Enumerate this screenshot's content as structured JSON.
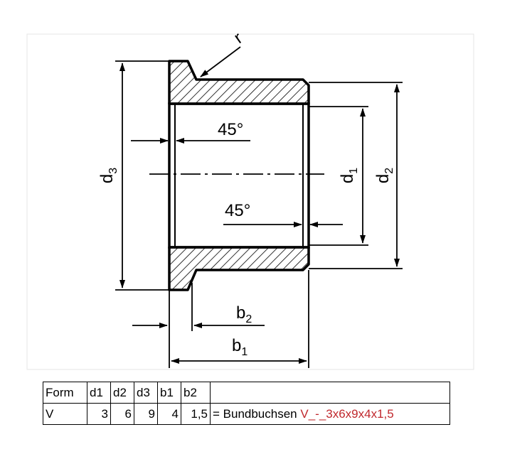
{
  "drawing": {
    "labels": {
      "radius": "r",
      "chamfer_top": "45°",
      "chamfer_bottom": "45°",
      "d1": "d",
      "d1_sub": "1",
      "d2": "d",
      "d2_sub": "2",
      "d3": "d",
      "d3_sub": "3",
      "b1": "b",
      "b1_sub": "1",
      "b2": "b",
      "b2_sub": "2"
    }
  },
  "table": {
    "headers": [
      "Form",
      "d1",
      "d2",
      "d3",
      "b1",
      "b2"
    ],
    "row": [
      "V",
      "3",
      "6",
      "9",
      "4",
      "1,5"
    ],
    "result_prefix": "= Bundbuchsen ",
    "result_designation": "V_-_3x6x9x4x1,5",
    "designation_color": "#c0282d"
  }
}
